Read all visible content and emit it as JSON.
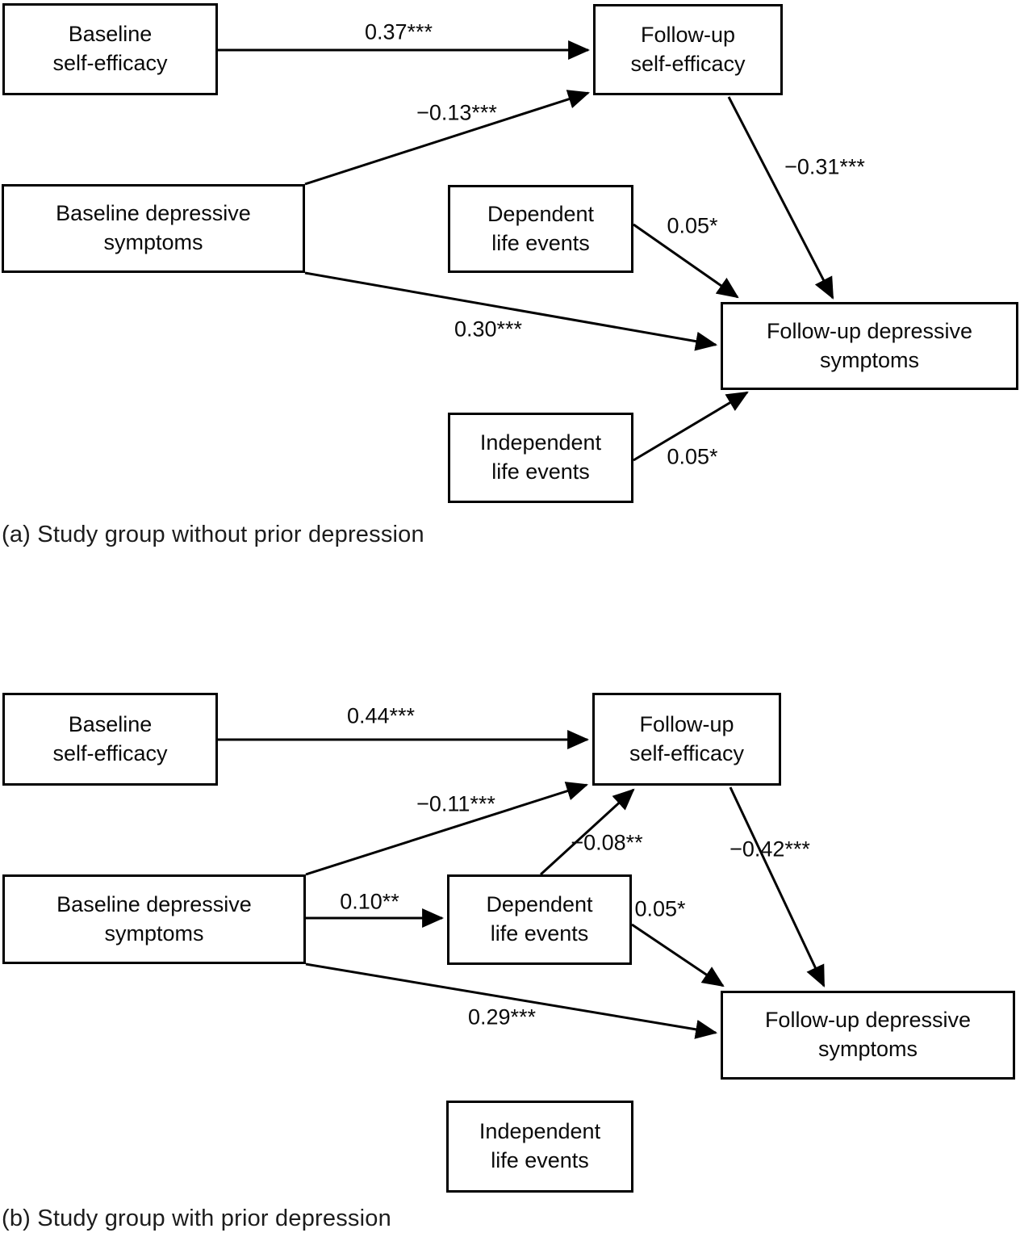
{
  "ink_color": "#000000",
  "figure": {
    "panel_a": {
      "caption": "(a) Study group without prior depression",
      "boxes": {
        "baseline_se": "Baseline\nself-efficacy",
        "followup_se": "Follow-up\nself-efficacy",
        "baseline_dep": "Baseline depressive\nsymptoms",
        "dependent_le": "Dependent\nlife events",
        "followup_dep": "Follow-up depressive\nsymptoms",
        "independent_le": "Independent\nlife events"
      },
      "coefficients": {
        "baseline_se_to_followup_se": "0.37***",
        "baseline_dep_to_followup_se": "−0.13***",
        "followup_se_to_followup_dep": "−0.31***",
        "dependent_le_to_followup_dep": "0.05*",
        "baseline_dep_to_followup_dep": "0.30***",
        "independent_le_to_followup_dep": "0.05*"
      }
    },
    "panel_b": {
      "caption": "(b) Study group with prior depression",
      "boxes": {
        "baseline_se": "Baseline\nself-efficacy",
        "followup_se": "Follow-up\nself-efficacy",
        "baseline_dep": "Baseline depressive\nsymptoms",
        "dependent_le": "Dependent\nlife events",
        "followup_dep": "Follow-up depressive\nsymptoms",
        "independent_le": "Independent\nlife events"
      },
      "coefficients": {
        "baseline_se_to_followup_se": "0.44***",
        "baseline_dep_to_followup_se": "−0.11***",
        "baseline_dep_to_dependent_le": "0.10**",
        "dependent_le_to_followup_se": "−0.08**",
        "dependent_le_to_followup_dep": "0.05*",
        "followup_se_to_followup_dep": "−0.42***",
        "baseline_dep_to_followup_dep": "0.29***"
      }
    }
  }
}
